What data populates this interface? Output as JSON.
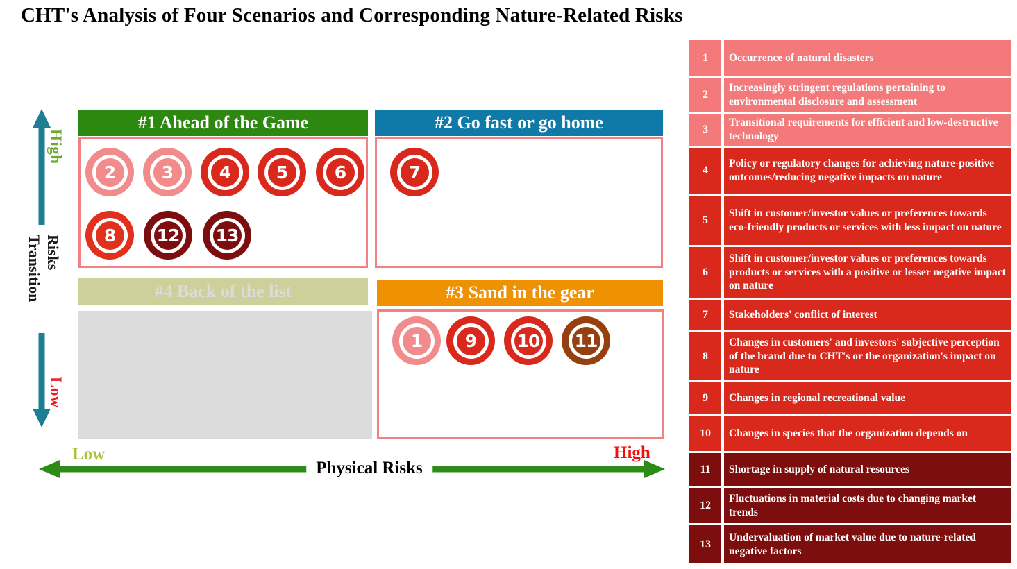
{
  "title": "CHT's Analysis of Four Scenarios and Corresponding Nature-Related Risks",
  "axes": {
    "vertical": {
      "high_label": "High",
      "low_label": "Low",
      "title_line1": "Transition",
      "title_line2": "Risks"
    },
    "horizontal": {
      "low_label": "Low",
      "high_label": "High",
      "title": "Physical Risks"
    }
  },
  "colors": {
    "teal_arrow": "#1E7F93",
    "green_arrow": "#2E8B17",
    "vertical_high_green": "#6CA82F",
    "vertical_low_red": "#EB1C24",
    "horizontal_low_green": "#A6C23B",
    "horizontal_high_red": "#F50D0D",
    "box_border_pink": "#F48181",
    "gray_box": "#DCDCDC"
  },
  "quadrants": {
    "q1": {
      "title": "#1 Ahead of the Game",
      "header_color": "#2D880F",
      "items": [
        "2",
        "3",
        "4",
        "5",
        "6",
        "8",
        "12",
        "13"
      ]
    },
    "q2": {
      "title": "#2 Go fast or go home",
      "header_color": "#0F79A8",
      "items": [
        "7"
      ]
    },
    "q3": {
      "title": "#3 Sand in the gear",
      "header_color": "#EE9103",
      "items": [
        "1",
        "9",
        "10",
        "11"
      ]
    },
    "q4": {
      "title": "#4 Back of the list",
      "header_color": "#CDD09B",
      "items": []
    }
  },
  "risk_colors": {
    "r1": "#F28B8B",
    "r2": "#F28B8B",
    "r3": "#F28B8B",
    "r4": "#D9291D",
    "r5": "#D9291D",
    "r6": "#D9291D",
    "r7": "#D9291D",
    "r8": "#E1301C",
    "r9": "#D9291D",
    "r10": "#D9291D",
    "r11": "#96400F",
    "r12": "#7D0E10",
    "r13": "#7D0E10"
  },
  "legend": {
    "rows": [
      {
        "num": "1",
        "color": "#F3797A",
        "text": "Occurrence of natural disasters"
      },
      {
        "num": "2",
        "color": "#F3797A",
        "text": "Increasingly stringent regulations pertaining to environmental disclosure and assessment"
      },
      {
        "num": "3",
        "color": "#F3797A",
        "text": "Transitional requirements for efficient and low-destructive technology"
      },
      {
        "num": "4",
        "color": "#D9291D",
        "text": "Policy or regulatory changes for achieving nature-positive outcomes/reducing negative impacts on nature"
      },
      {
        "num": "5",
        "color": "#D9291D",
        "text": "Shift in customer/investor values or preferences towards eco-friendly products or services with less impact on nature"
      },
      {
        "num": "6",
        "color": "#D9291D",
        "text": "Shift in customer/investor values or preferences towards products or services with a positive or lesser negative impact on nature"
      },
      {
        "num": "7",
        "color": "#D9291D",
        "text": "Stakeholders' conflict of interest"
      },
      {
        "num": "8",
        "color": "#D9291D",
        "text": "Changes in customers' and investors' subjective perception of the brand due to CHT's or the organization's impact on nature"
      },
      {
        "num": "9",
        "color": "#D9291D",
        "text": "Changes in regional recreational value"
      },
      {
        "num": "10",
        "color": "#D9291D",
        "text": "Changes in species that the organization depends on"
      },
      {
        "num": "11",
        "color": "#7D0E0E",
        "text": "Shortage in supply of natural resources"
      },
      {
        "num": "12",
        "color": "#7D0E0E",
        "text": "Fluctuations in material costs due to changing market trends"
      },
      {
        "num": "13",
        "color": "#7D0E0E",
        "text": "Undervaluation of market value due to nature-related negative factors"
      }
    ]
  }
}
